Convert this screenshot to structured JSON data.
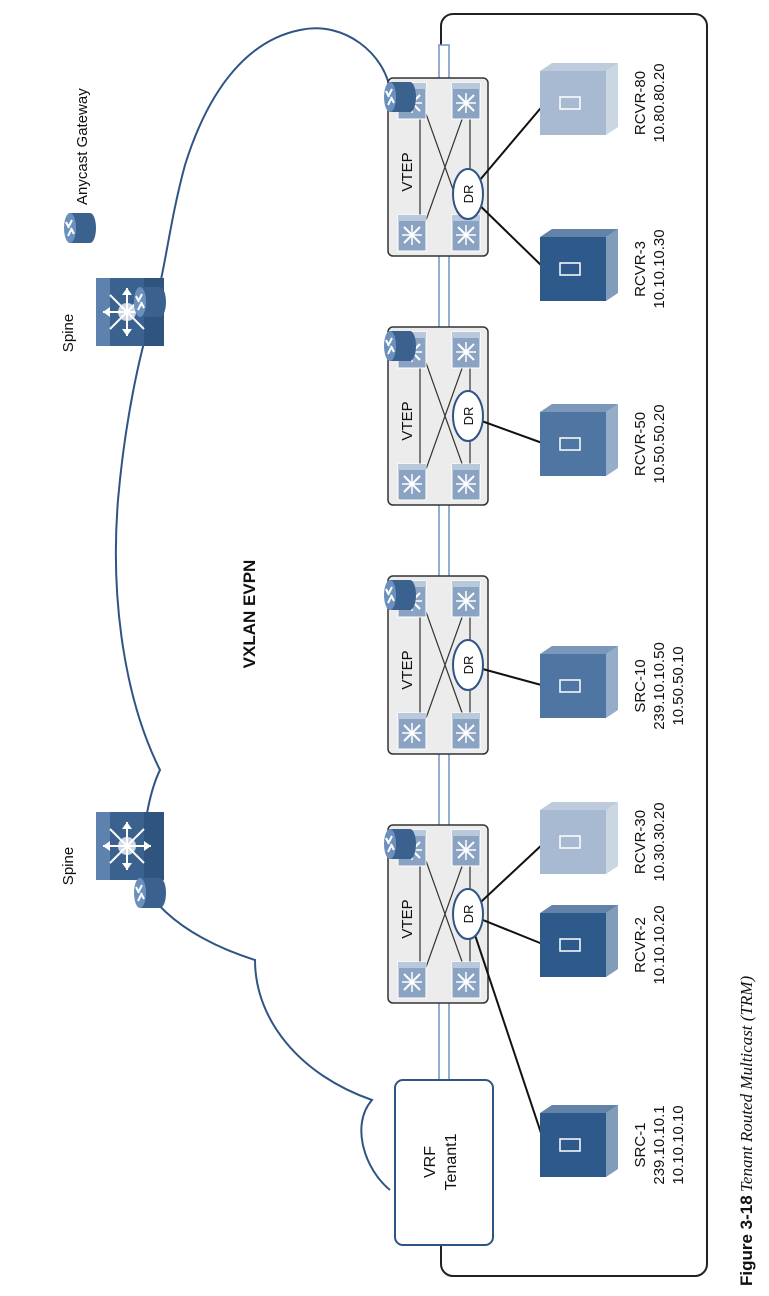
{
  "caption": {
    "number": "Figure 3-18",
    "title": "Tenant Routed Multicast (TRM)"
  },
  "overlay_label": "VXLAN EVPN",
  "legend": {
    "anycast_gateway": "Anycast Gateway"
  },
  "spines": [
    {
      "label": "Spine"
    },
    {
      "label": "Spine"
    }
  ],
  "vrf": {
    "line1": "VRF",
    "line2": "Tenant1"
  },
  "vteps": [
    {
      "label": "VTEP",
      "dr": "DR"
    },
    {
      "label": "VTEP",
      "dr": "DR"
    },
    {
      "label": "VTEP",
      "dr": "DR"
    },
    {
      "label": "VTEP",
      "dr": "DR"
    }
  ],
  "hosts": [
    {
      "name": "SRC-1",
      "lines": [
        "239.10.10.1",
        "10.10.10.10"
      ],
      "shade": "dark"
    },
    {
      "name": "RCVR-2",
      "lines": [
        "10.10.10.20"
      ],
      "shade": "dark"
    },
    {
      "name": "RCVR-30",
      "lines": [
        "10.30.30.20"
      ],
      "shade": "light"
    },
    {
      "name": "SRC-10",
      "lines": [
        "239.10.10.50",
        "10.50.50.10"
      ],
      "shade": "mid"
    },
    {
      "name": "RCVR-50",
      "lines": [
        "10.50.50.20"
      ],
      "shade": "mid"
    },
    {
      "name": "RCVR-3",
      "lines": [
        "10.10.10.30"
      ],
      "shade": "dark"
    },
    {
      "name": "RCVR-80",
      "lines": [
        "10.80.80.20"
      ],
      "shade": "light"
    }
  ],
  "colors": {
    "dark_server": "#2d5a8a",
    "mid_server": "#4f76a3",
    "light_server": "#a8bad1",
    "switch": "#8aa3c2",
    "router": "#4d73a0",
    "vtep_fill": "#ececec",
    "link": "#6f93c0"
  }
}
